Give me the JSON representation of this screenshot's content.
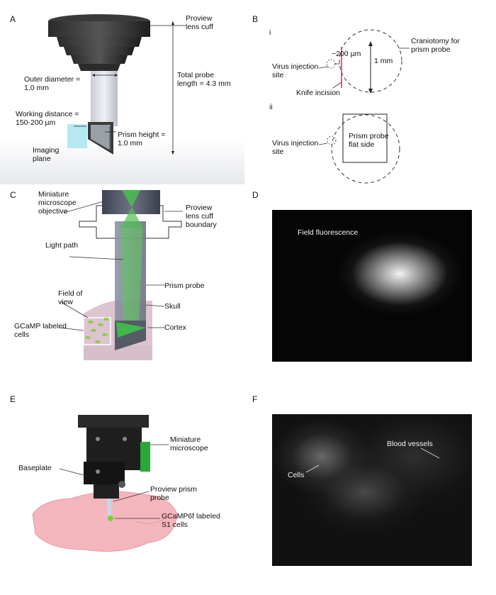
{
  "panels": {
    "A": {
      "letter": "A",
      "proview_cuff": [
        "Proview",
        "lens cuff"
      ],
      "outer_diameter": [
        "Outer diameter =",
        "1.0 mm"
      ],
      "total_length": [
        "Total probe",
        "length = 4.3 mm"
      ],
      "working_distance": [
        "Working distance =",
        "150-200 µm"
      ],
      "prism_height": [
        "Prism height =",
        "1.0 mm"
      ],
      "imaging_plane": [
        "Imaging",
        "plane"
      ]
    },
    "B": {
      "letter": "B",
      "sub_i": "i",
      "sub_ii": "ii",
      "craniotomy": [
        "Craniotomy for",
        "prism probe"
      ],
      "distance": "~200 µm",
      "one_mm": "1 mm",
      "virus_site_i": [
        "Virus injection",
        "site"
      ],
      "knife": "Knife incision",
      "virus_site_ii": [
        "Virus injection",
        "site"
      ],
      "prism_flat": [
        "Prism probe",
        "flat side"
      ]
    },
    "C": {
      "letter": "C",
      "objective": [
        "Miniature",
        "microscope",
        "objective"
      ],
      "cuff_boundary": [
        "Proview",
        "lens cuff",
        "boundary"
      ],
      "light_path": "Light path",
      "prism_probe": "Prism probe",
      "field_of_view": [
        "Field of",
        "view"
      ],
      "skull": "Skull",
      "gcamp": [
        "GCaMP labeled",
        "cells"
      ],
      "cortex": "Cortex"
    },
    "D": {
      "letter": "D",
      "field_fluorescence": "Field fluorescence"
    },
    "E": {
      "letter": "E",
      "microscope": [
        "Miniature",
        "microscope"
      ],
      "baseplate": "Baseplate",
      "proview_prism": [
        "Proview prism",
        "probe"
      ],
      "gcamp6f": [
        "GCaMP6f labeled",
        "S1 cells"
      ]
    },
    "F": {
      "letter": "F",
      "blood_vessels": "Blood vessels",
      "cells": "Cells"
    }
  }
}
